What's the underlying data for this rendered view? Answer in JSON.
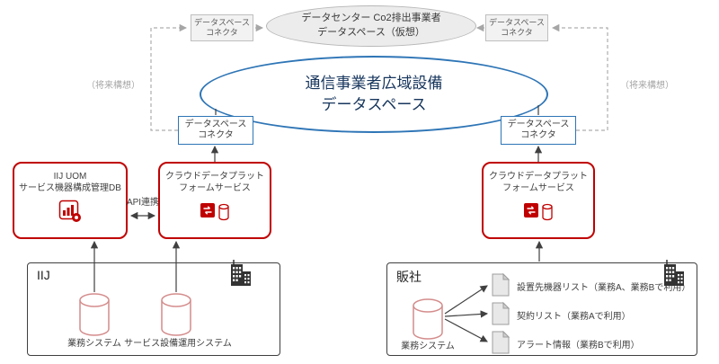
{
  "top_ellipse": {
    "line1": "データセンター Co2排出事業者",
    "line2": "データスペース（仮想）"
  },
  "main_ellipse": {
    "line1": "通信事業者広域設備",
    "line2": "データスペース"
  },
  "connectors": {
    "top_left": {
      "line1": "データスペース",
      "line2": "コネクタ"
    },
    "top_right": {
      "line1": "データスペース",
      "line2": "コネクタ"
    },
    "mid_left": {
      "line1": "データスペース",
      "line2": "コネクタ"
    },
    "mid_right": {
      "line1": "データスペース",
      "line2": "コネクタ"
    }
  },
  "future_label_left": "（将来構想）",
  "future_label_right": "（将来構想）",
  "boxes": {
    "iij_uom": {
      "line1": "IIJ UOM",
      "line2": "サービス機器構成管理DB"
    },
    "cloud_left": {
      "line1": "クラウドデータプラット",
      "line2": "フォームサービス"
    },
    "cloud_right": {
      "line1": "クラウドデータプラット",
      "line2": "フォームサービス"
    }
  },
  "api_label": "API連携",
  "groups": {
    "iij": {
      "title": "IIJ",
      "cylinders": [
        {
          "label": "業務システム"
        },
        {
          "label": "サービス設備運用システム"
        }
      ]
    },
    "hansha": {
      "title": "販社",
      "cylinder": {
        "label": "業務システム"
      },
      "documents": [
        {
          "label": "設置先機器リスト（業務A、業務Bで利用）"
        },
        {
          "label": "契約リスト（業務Aで利用）"
        },
        {
          "label": "アラート情報（業務Bで利用）"
        }
      ]
    }
  },
  "colors": {
    "red": "#c00000",
    "blue": "#2e75b6",
    "gray_dashed": "#a6a6a6",
    "dark": "#404040"
  }
}
